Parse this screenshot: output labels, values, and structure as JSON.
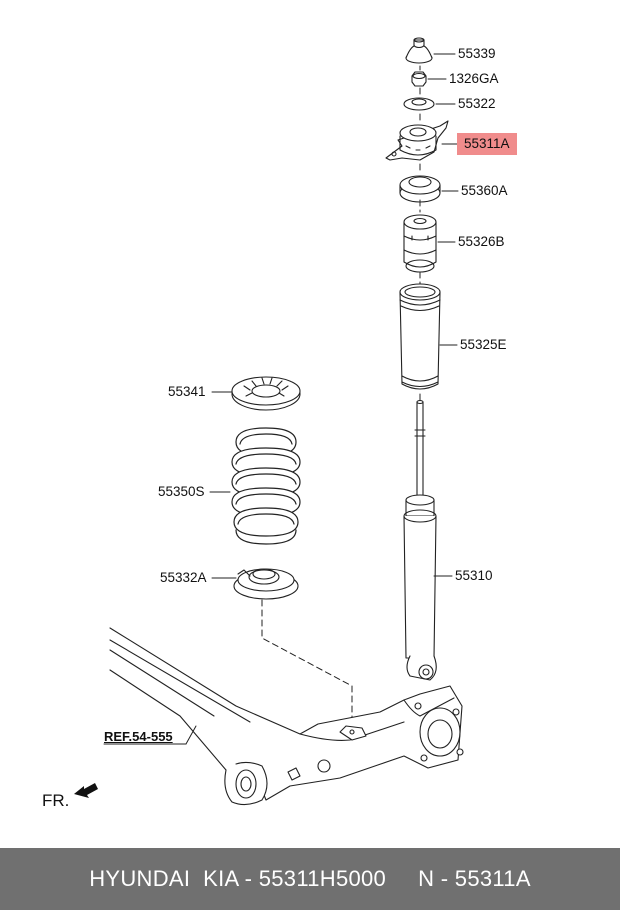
{
  "callouts": {
    "p55339": "55339",
    "p1326ga": "1326GA",
    "p55322": "55322",
    "p55311a": "55311A",
    "p55360a": "55360A",
    "p55326b": "55326B",
    "p55325e": "55325E",
    "p55341": "55341",
    "p55350s": "55350S",
    "p55332a": "55332A",
    "p55310": "55310",
    "ref": "REF.54-555",
    "fr": "FR."
  },
  "highlight_color": "#f08c8c",
  "footer": {
    "text": "HYUNDAI  KIA - 55311H5000     N - 55311A",
    "background": "#707070"
  }
}
